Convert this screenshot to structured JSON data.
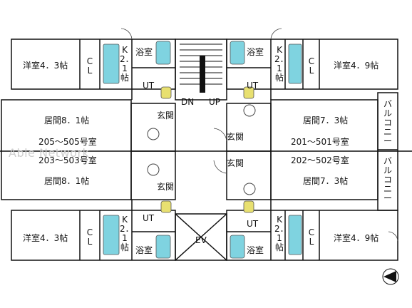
{
  "watermark": "Able Network",
  "labels": {
    "room_4_3_top": "洋室4．3帖",
    "room_4_9_top": "洋室4．9帖",
    "room_4_3_bottom": "洋室4．3帖",
    "room_4_9_bottom": "洋室4．9帖",
    "living_8_1_top": "居間8．1帖",
    "living_7_3_top": "居間7．3帖",
    "living_8_1_bottom": "居間8．1帖",
    "living_7_3_bottom": "居間7．3帖",
    "unit_205_505": "205～505号室",
    "unit_201_501": "201～501号室",
    "unit_203_503": "203～503号室",
    "unit_202_502": "202～502号室",
    "bath_tl": "浴室",
    "bath_tr": "浴室",
    "bath_bl": "浴室",
    "bath_br": "浴室",
    "ut_tl": "UT",
    "ut_tr": "UT",
    "ut_bl": "UT",
    "ut_br": "UT",
    "entrance_tl": "玄関",
    "entrance_tr": "玄関",
    "entrance_bl": "玄関",
    "entrance_br": "玄関",
    "cl_tl": "CL",
    "cl_tr": "CL",
    "cl_bl": "CL",
    "cl_br": "CL",
    "kitchen_tl": "K2．1帖",
    "kitchen_tr": "K2．1帖",
    "kitchen_bl": "K2．1帖",
    "kitchen_br": "K2．1帖",
    "balcony_top": "バルコニー",
    "balcony_bottom": "バルコニー",
    "stair_dn": "DN",
    "stair_up": "UP",
    "elevator": "EV"
  },
  "colors": {
    "wall": "#111111",
    "fixture": "#7fd3e0",
    "toilet": "#e8e070",
    "watermark": "#c9c9c9"
  }
}
